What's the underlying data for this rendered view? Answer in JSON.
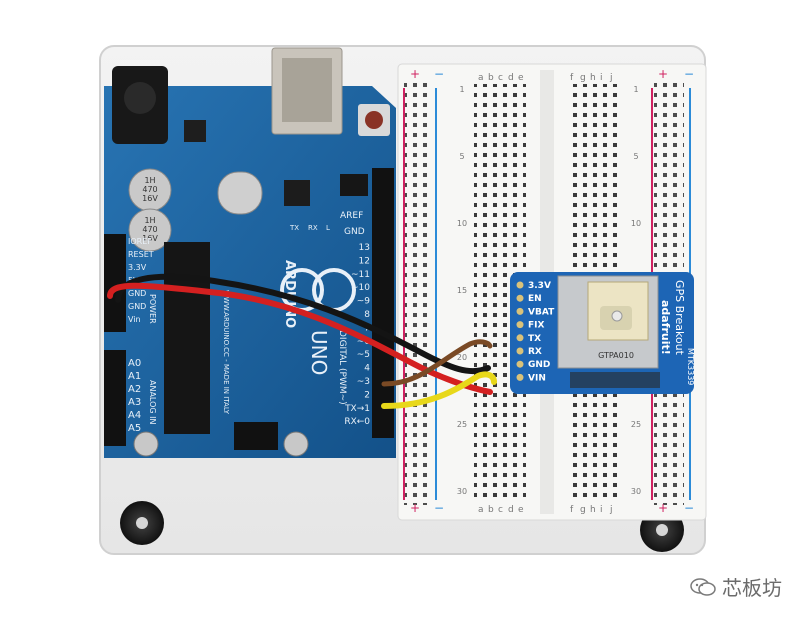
{
  "arduino": {
    "board_name": "UNO",
    "brand": "ARDUINO",
    "url": "WWW.ARDUINO.CC - MADE IN ITALY",
    "digital_label": "DIGITAL (PWM~)",
    "aref": "AREF",
    "gnd": "GND",
    "power_label": "POWER",
    "analog_label": "ANALOG IN",
    "power_pins": [
      "IOREF",
      "RESET",
      "3.3V",
      "5V",
      "GND",
      "GND",
      "Vin"
    ],
    "analog_pins": [
      "A0",
      "A1",
      "A2",
      "A3",
      "A4",
      "A5"
    ],
    "digital_pins": [
      "13",
      "12",
      "~11",
      "~10",
      "~9",
      "8",
      "7",
      "~6",
      "~5",
      "4",
      "~3",
      "2",
      "TX→1",
      "RX←0"
    ],
    "led_labels": [
      "TX",
      "RX",
      "L"
    ],
    "cap_labels": [
      [
        "1H",
        "470",
        "16V"
      ],
      [
        "1H",
        "470",
        "16V"
      ]
    ]
  },
  "breadboard": {
    "col_letters_left": [
      "a",
      "b",
      "c",
      "d",
      "e"
    ],
    "col_letters_right": [
      "f",
      "g",
      "h",
      "i",
      "j"
    ],
    "row_numbers": [
      "1",
      "5",
      "10",
      "15",
      "20",
      "25",
      "30"
    ],
    "rail_plus": "+",
    "rail_minus": "−"
  },
  "gps": {
    "pins": [
      "3.3V",
      "EN",
      "VBAT",
      "FIX",
      "TX",
      "RX",
      "GND",
      "VIN"
    ],
    "module_label": "GTPA010",
    "title": "GPS Breakout",
    "brand": "adafruit!",
    "part": "MTK3339"
  },
  "watermark": {
    "text": "芯板坊"
  },
  "colors": {
    "board_blue": "#1a5f9e",
    "wire_red": "#d42020",
    "wire_black": "#141414",
    "wire_yellow": "#e8d81a",
    "wire_brown": "#7a4a25",
    "gps_blue": "#1d65b5"
  }
}
